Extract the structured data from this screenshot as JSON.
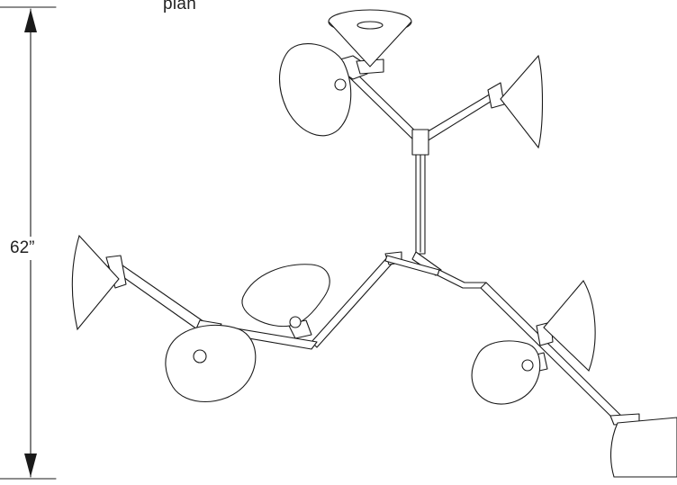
{
  "view_label": "plan",
  "dimension": {
    "value": "62”",
    "orientation": "vertical"
  },
  "colors": {
    "line": "#1a1a1a",
    "background": "#ffffff"
  }
}
